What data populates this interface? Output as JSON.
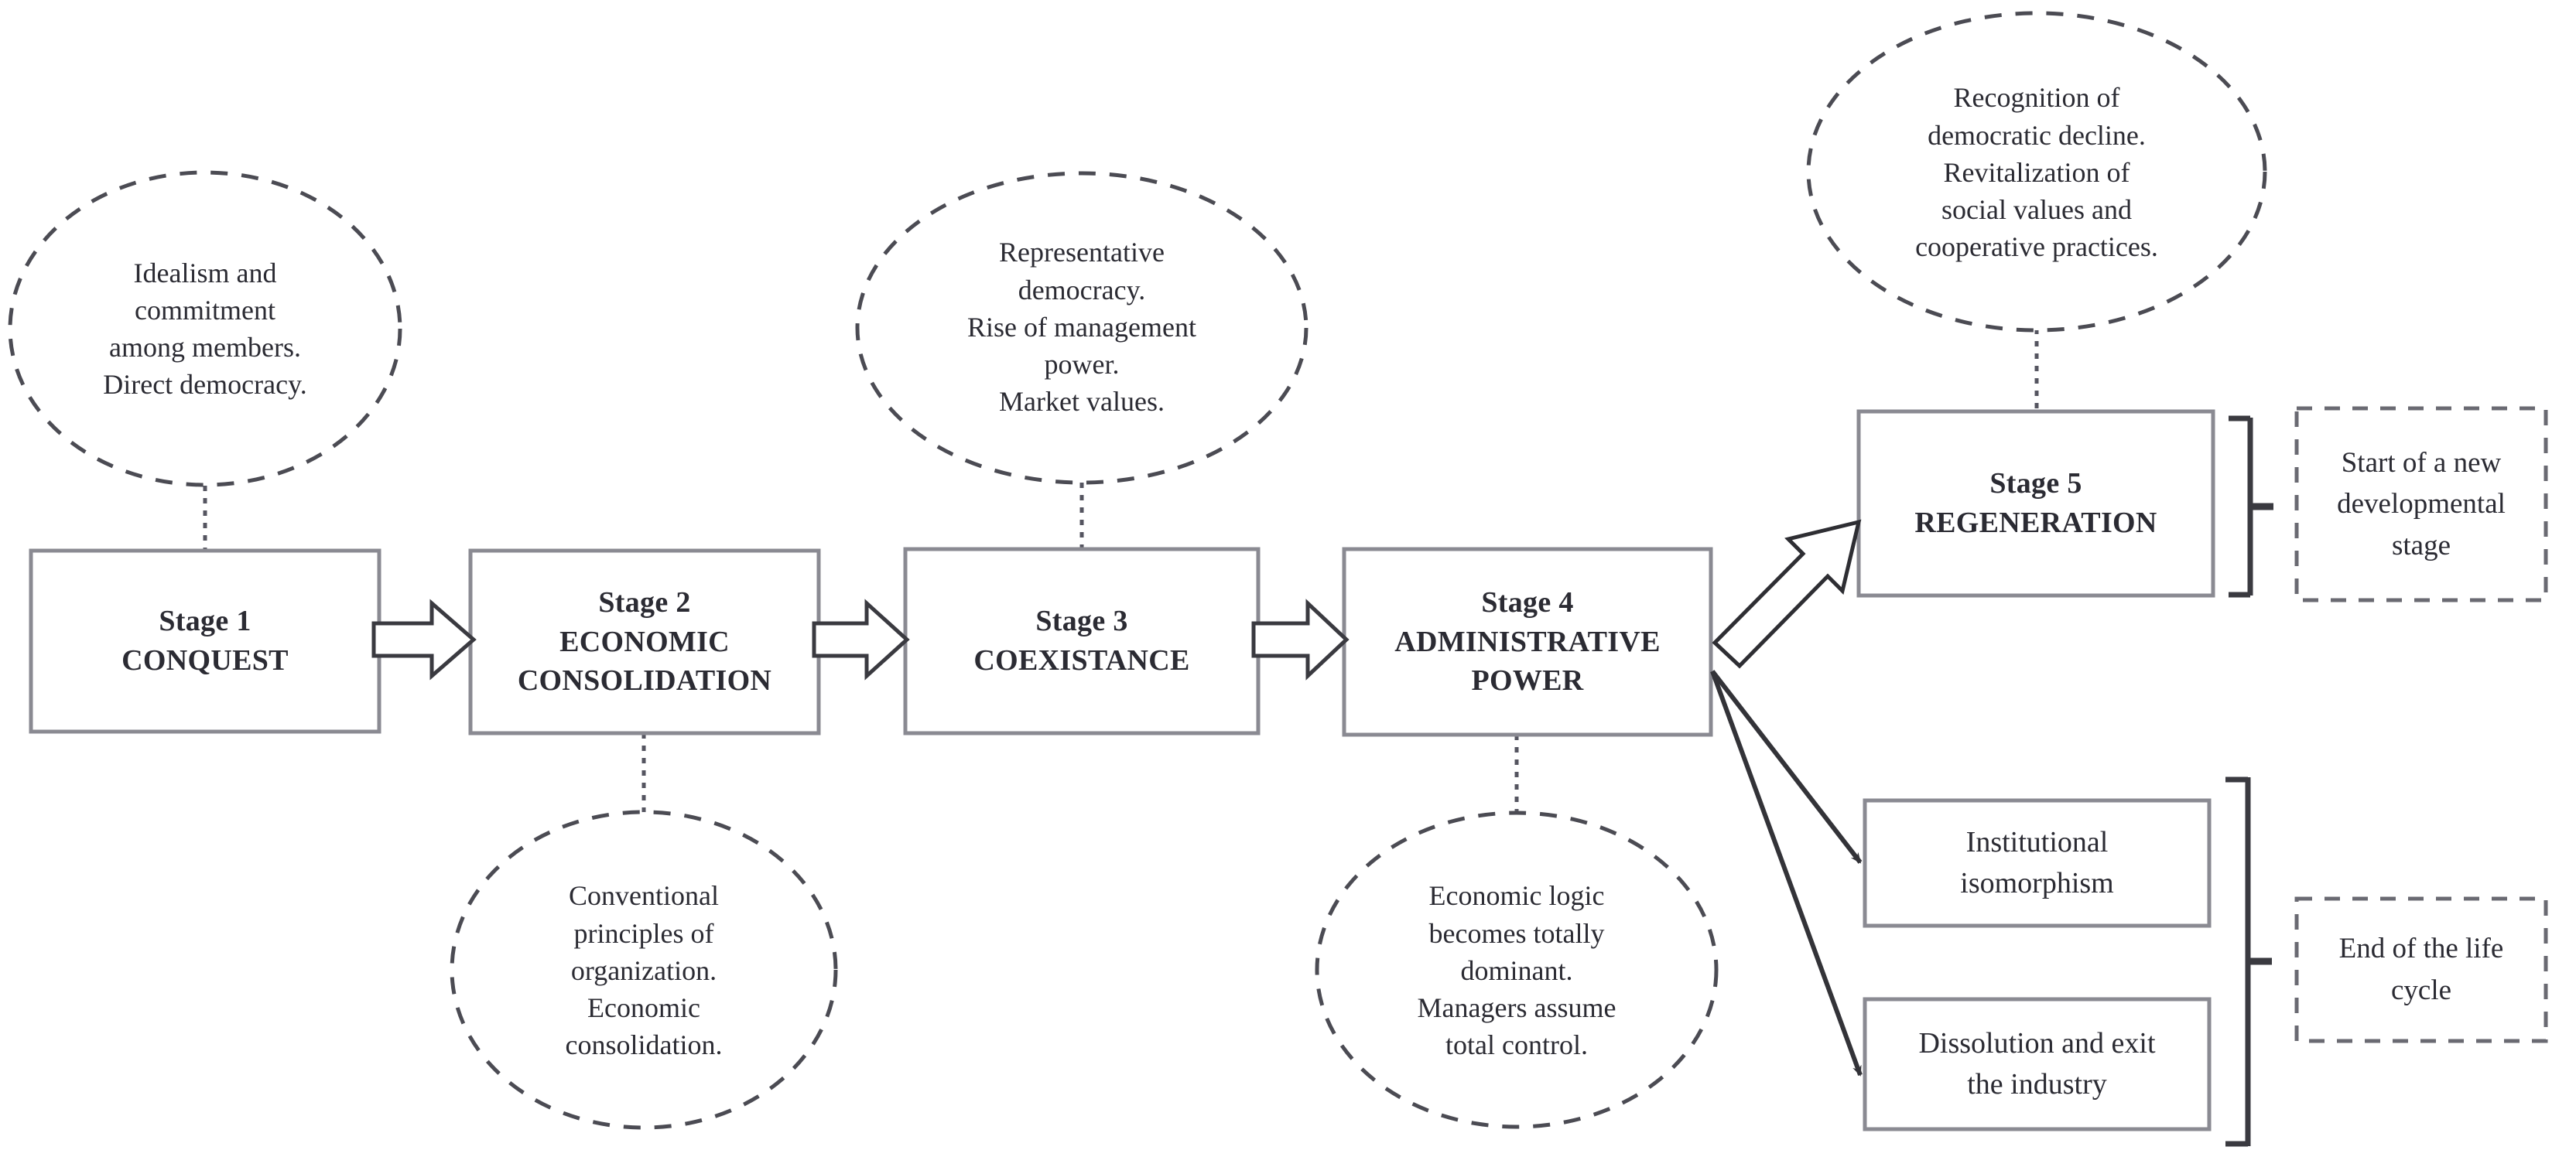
{
  "diagram": {
    "title": "Cooperative life-cycle stages diagram",
    "colors": {
      "stroke": "#555560",
      "box_border": "#8a8a92",
      "text": "#2b2b33",
      "arrow": "#333338",
      "background": "#ffffff"
    },
    "stages": [
      {
        "id": "stage-1",
        "line1": "Stage 1",
        "line2": "CONQUEST",
        "line3": ""
      },
      {
        "id": "stage-2",
        "line1": "Stage 2",
        "line2": "ECONOMIC",
        "line3": "CONSOLIDATION"
      },
      {
        "id": "stage-3",
        "line1": "Stage 3",
        "line2": "COEXISTANCE",
        "line3": ""
      },
      {
        "id": "stage-4",
        "line1": "Stage 4",
        "line2": "ADMINISTRATIVE",
        "line3": "POWER"
      },
      {
        "id": "stage-5",
        "line1": "Stage 5",
        "line2": "REGENERATION",
        "line3": ""
      }
    ],
    "bubbles": [
      {
        "id": "bubble-stage-1",
        "attached_to": "stage-1",
        "position": "above",
        "lines": [
          "Idealism and",
          "commitment",
          "among members.",
          "Direct democracy."
        ]
      },
      {
        "id": "bubble-stage-2",
        "attached_to": "stage-2",
        "position": "below",
        "lines": [
          "Conventional",
          "principles of",
          "organization.",
          "Economic",
          "consolidation."
        ]
      },
      {
        "id": "bubble-stage-3",
        "attached_to": "stage-3",
        "position": "above",
        "lines": [
          "Representative",
          "democracy.",
          "Rise of management",
          "power.",
          "Market values."
        ]
      },
      {
        "id": "bubble-stage-4",
        "attached_to": "stage-4",
        "position": "below",
        "lines": [
          "Economic logic",
          "becomes totally",
          "dominant.",
          "Managers assume",
          "total control."
        ]
      },
      {
        "id": "bubble-stage-5",
        "attached_to": "stage-5",
        "position": "above",
        "lines": [
          "Recognition of",
          "democratic decline.",
          "Revitalization of",
          "social values and",
          "cooperative practices."
        ]
      }
    ],
    "outcomes": [
      {
        "id": "outcome-institutional-isomorphism",
        "lines": [
          "Institutional",
          "isomorphism"
        ]
      },
      {
        "id": "outcome-dissolution",
        "lines": [
          "Dissolution and exit",
          "the industry"
        ]
      }
    ],
    "notes": [
      {
        "id": "note-new-stage",
        "lines": [
          "Start of a new",
          "developmental",
          "stage"
        ]
      },
      {
        "id": "note-end-life-cycle",
        "lines": [
          "End of the life",
          "cycle"
        ]
      }
    ]
  }
}
